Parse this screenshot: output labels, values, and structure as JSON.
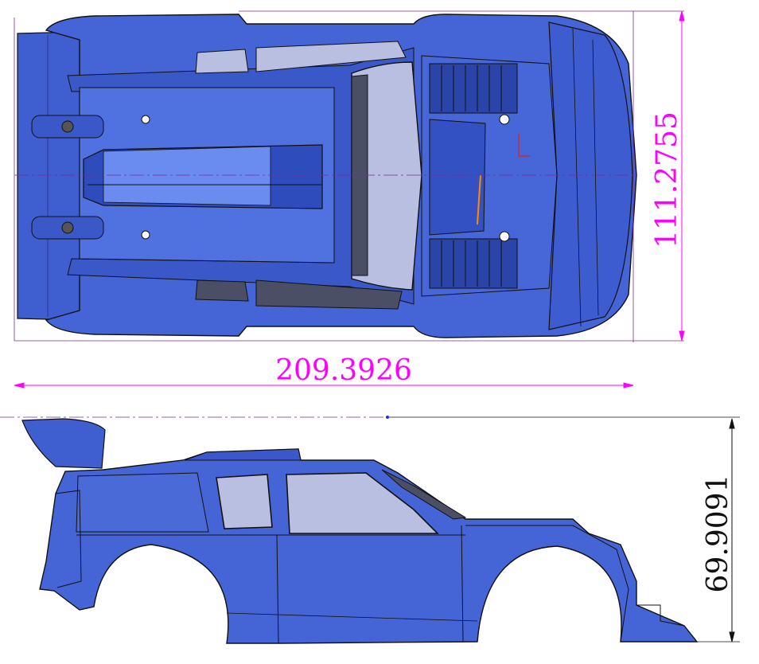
{
  "dimensions": {
    "top_width": "209.3926",
    "top_height": "111.2755",
    "side_height": "69.9091"
  },
  "colors": {
    "body_blue": "#3f5fd0",
    "body_light": "#5a7ae6",
    "body_dark": "#2a44a8",
    "glass": "#b9bfe0",
    "glass_dark": "#4a4f66",
    "dimension_magenta": "#ff00ff",
    "centerline_purple": "#7a2a9a",
    "edge_black": "#111111"
  }
}
